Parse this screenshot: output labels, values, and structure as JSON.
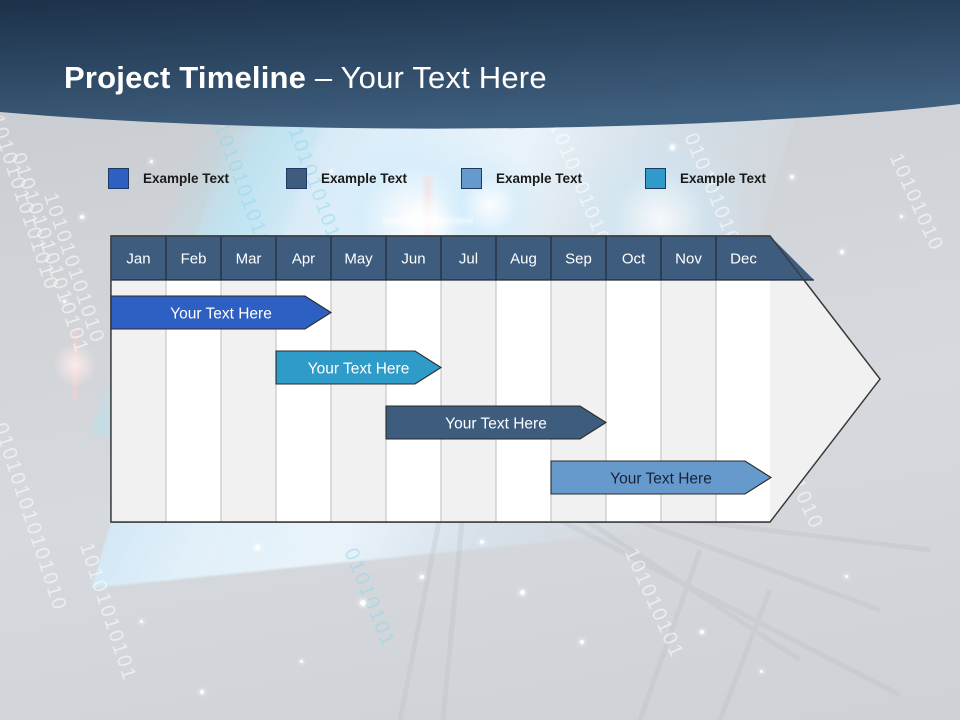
{
  "slide": {
    "title_bold": "Project Timeline",
    "title_sep": " – ",
    "title_rest": "Your Text Here"
  },
  "legend": {
    "items": [
      {
        "label": "Example Text",
        "color": "#2E5FC3",
        "x": 0
      },
      {
        "label": "Example Text",
        "color": "#3E5C7E",
        "x": 178
      },
      {
        "label": "Example Text",
        "color": "#6699CC",
        "x": 353
      },
      {
        "label": "Example Text",
        "color": "#2E9BC9",
        "x": 537
      }
    ]
  },
  "chart_data": {
    "type": "bar",
    "title": "Project Timeline – Your Text Here",
    "xlabel": "",
    "ylabel": "",
    "categories": [
      "Jan",
      "Feb",
      "Mar",
      "Apr",
      "May",
      "Jun",
      "Jul",
      "Aug",
      "Sep",
      "Oct",
      "Nov",
      "Dec"
    ],
    "header_bg": "#3E5C7E",
    "header_text_color": "#FFFFFF",
    "row_band_colors": [
      "#F1F1F1",
      "#FFFFFF"
    ],
    "grid": true,
    "series": [
      {
        "name": "Example Text",
        "label": "Your  Text Here",
        "color": "#2E5FC3",
        "text_color": "#FFFFFF",
        "start_month": "Jan",
        "end_month": "Apr",
        "start_index": 0,
        "end_index": 4,
        "row": 0
      },
      {
        "name": "Example Text",
        "label": "Your  Text Here",
        "color": "#2E9BC9",
        "text_color": "#FFFFFF",
        "start_month": "Apr",
        "end_month": "Jun",
        "start_index": 3,
        "end_index": 6,
        "row": 1
      },
      {
        "name": "Example Text",
        "label": "Your  Text Here",
        "color": "#3E5C7E",
        "text_color": "#FFFFFF",
        "start_month": "Jun",
        "end_month": "Sep",
        "start_index": 5,
        "end_index": 9,
        "row": 2
      },
      {
        "name": "Example Text",
        "label": "Your  Text Here",
        "color": "#6699CC",
        "text_color": "#16233C",
        "start_month": "Sep",
        "end_month": "Dec",
        "start_index": 8,
        "end_index": 12,
        "row": 3
      }
    ]
  }
}
